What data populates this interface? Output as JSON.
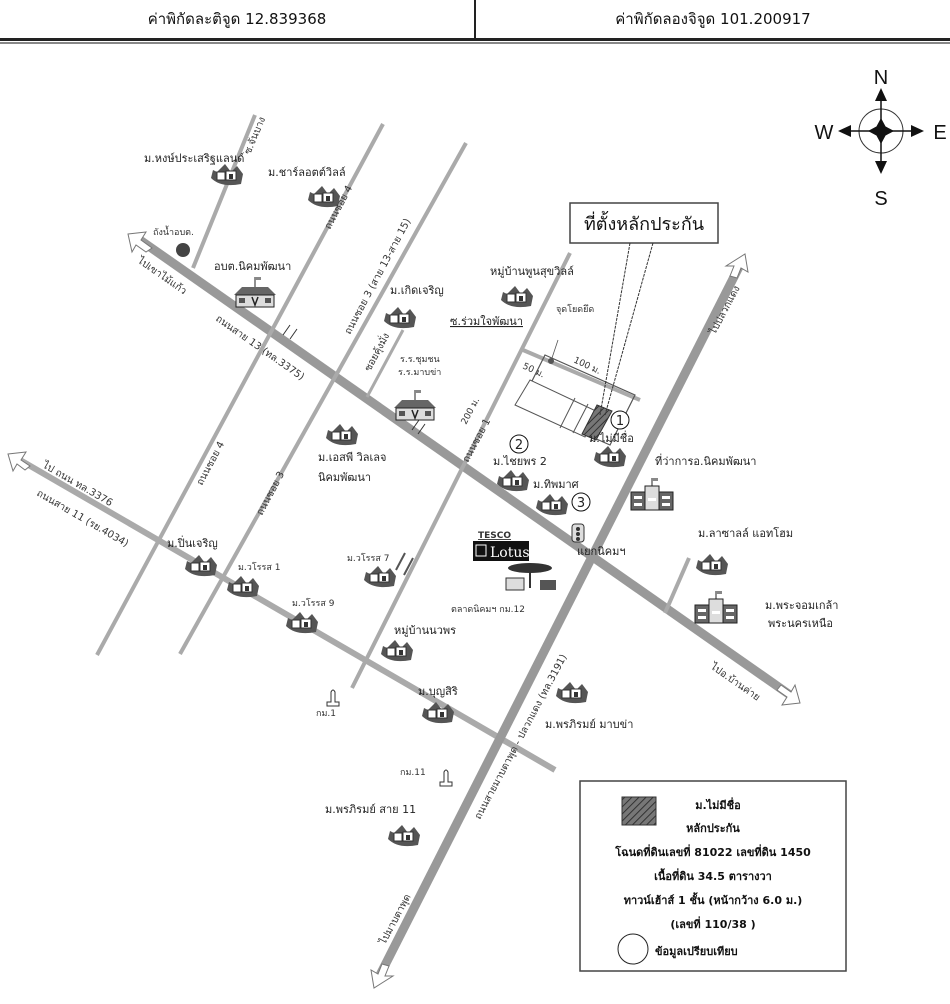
{
  "header": {
    "latitude_label": "ค่าพิกัดละติจูด 12.839368",
    "longitude_label": "ค่าพิกัดลองจิจูด 101.200917"
  },
  "compass": {
    "north": "N",
    "south": "S",
    "east": "E",
    "west": "W"
  },
  "callout": {
    "title": "ที่ตั้งหลักประกัน"
  },
  "roads": {
    "soi_chanbang": "ซ.จันบาง",
    "soi_4_upper": "ถนนซอย 4",
    "soi_3_upper": "ถนนซอย 3 (สาย 13-สาย 15)",
    "road_13": "ถนนสาย 13 (ทล.3375)",
    "to_khao_mai_kaeo": "ไปเขาไม้แก้ว",
    "soi_khlong": "ซอยคุ้งมั่ง",
    "soi_ruam_jai": "ซ.ร่วมใจพัฒนา",
    "soi_1": "ถนนซอย 1",
    "dist_200": "200 ม.",
    "dist_50": "50 ม.",
    "dist_100": "100 ม.",
    "reference_point": "จุดโยดยึด",
    "to_pluak_daeng": "ไปปลวกแดง",
    "to_road_3376": "ไป ถนน ทล.3376",
    "road_11": "ถนนสาย 11 (รย.4034)",
    "soi_4_lower": "ถนนซอย 4",
    "soi_3_lower": "ถนนซอย 3",
    "main_road": "ถนนสายมาบตาพุด - ปลวกแดง (ทล.3191)",
    "to_map_ta_phut": "ไปมาบตาพุด",
    "to_ban_khai": "ไปอ.บ้านค่าย"
  },
  "places": {
    "hong_prasert": "ม.หงษ์ประเสริฐแลนด์",
    "charlotte": "ม.ชาร์ลอตต์วิลล์",
    "water_tank": "ถังน้ำอบต.",
    "obt_nikhom": "อบต.นิคมพัฒนา",
    "koet_charoen": "ม.เกิดเจริญ",
    "school": "ร.ร.ชุมชน\nร.ร.มาบข่า",
    "school_line1": "ร.ร.ชุมชน",
    "school_line2": "ร.ร.มาบข่า",
    "phun_suk": "หมู่บ้านพูนสุขวิลล์",
    "es_village_1": "ม.เอสพี วิลเลจ",
    "es_village_2": "นิคมพัฒนา",
    "mai_mi_chue": "ม.ไม่มีชื่อ",
    "chaiyaphon": "ม.ไชยพร 2",
    "thipmat": "ม.ทิพมาศ",
    "amphoe_office": "ที่ว่าการอ.นิคมพัฒนา",
    "intersection": "แยกนิคมฯ",
    "tesco": "TESCO",
    "lotus": "Lotus",
    "market": "ตลาดนิคมฯ กม.12",
    "lasalle": "ม.ลาซาลล์ แอทโฮม",
    "kmutnb_1": "ม.พระจอมเกล้า",
    "kmutnb_2": "พระนครเหนือ",
    "puen_charoen": "ม.ปิ่นเจริญ",
    "woraroj_1": "ม.วโรรส 1",
    "woraroj_9": "ม.วโรรส 9",
    "woraroj_7": "ม.วโรรส 7",
    "nawaphon": "หมู่บ้านนวพร",
    "bunsiri": "ม.บุญสิริ",
    "km1": "กม.1",
    "km11": "กม.11",
    "phonphirom_11": "ม.พรภิรมย์ สาย 11",
    "phonphirom_mapkha": "ม.พรภิรมย์ มาบข่า"
  },
  "markers": {
    "one": "1",
    "two": "2",
    "three": "3"
  },
  "legend": {
    "line1": "ม.ไม่มีชื่อ",
    "line2": "หลักประกัน",
    "line3": "โฉนดที่ดินเลขที่ 81022 เลขที่ดิน 1450",
    "line4": "เนื้อที่ดิน 34.5 ตารางวา",
    "line5": "ทาวน์เฮ้าส์ 1 ชั้น (หน้ากว้าง 6.0 ม.)",
    "line6": "(เลขที่ 110/38 )",
    "line7": "ข้อมูลเปรียบเทียบ"
  }
}
